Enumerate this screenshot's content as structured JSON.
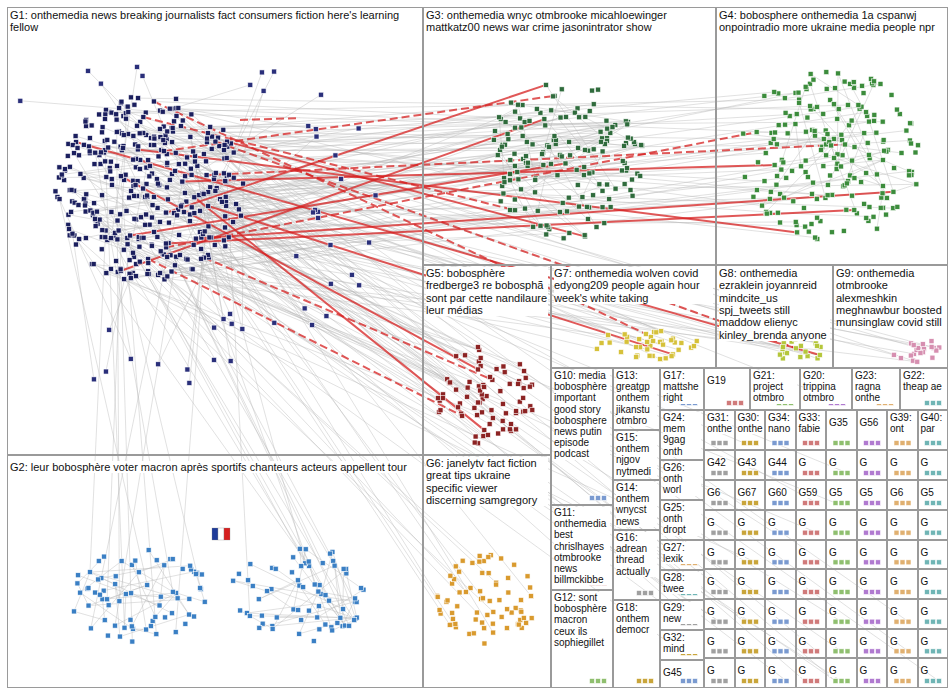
{
  "diagram": {
    "nodes": [
      {
        "text": [
          "G1: onthemedia news breaking journalists fact consumers fiction here's learning fellow"
        ]
      },
      {
        "text": [
          "G3: onthemedia wnyc otmbrooke micahloewinger mattkatz00 news war crime jasonintrator show"
        ]
      },
      {
        "text": [
          "G4: bobosphere onthemedia 1a cspanwj onpointradio more ukraine media people npr"
        ]
      },
      {
        "text": [
          "G5: bobosphère fredberge3 re bobosphã sont par cette nandilaure leur médias"
        ]
      },
      {
        "text": [
          "G7: onthemedia wolven covid edyong209 people again hour week's white taking"
        ]
      },
      {
        "text": [
          "G8: onthemedia ezraklein joyannreid mindcite_us spj_tweets still maddow elienyc kinley_brenda anyone"
        ]
      },
      {
        "text": [
          "G9: onthemedia otmbrooke alexmeshkin meghnawbur boosted munsinglaw covid still"
        ]
      },
      {
        "text": [
          "G2: leur bobosphère voter macron après sportifs chanteurs acteurs appellent tour"
        ]
      },
      {
        "text": [
          "G6: janelytv fact fiction great tips ukraine specific viewer discerning samgregory"
        ]
      },
      {
        "text": [
          "G10: media bobosphère important good story bobosphere news putin episode podcast"
        ]
      },
      {
        "text": [
          "G11: onthemedia best chrislhayes otmbrooke news billmckibbe"
        ]
      },
      {
        "text": [
          "G12: sont bobosphère macron ceux ils sophiegillet"
        ]
      },
      {
        "text": [
          "G13: greatgp onthem jikanstu otmbro"
        ]
      },
      {
        "text": [
          "G15: onthem njgov nytmedi"
        ]
      },
      {
        "text": [
          "G14: onthem wnycst news"
        ]
      },
      {
        "text": [
          "G16: adrean thread actually"
        ]
      },
      {
        "text": [
          "G18: onthem democr"
        ]
      },
      {
        "text": [
          "G17: mattshe right"
        ]
      },
      {
        "text": [
          "G24: mem 9gag onth"
        ]
      },
      {
        "text": [
          "G26: onth worl"
        ]
      },
      {
        "text": [
          "G25: onth dropt"
        ]
      },
      {
        "text": [
          "G27: lexik"
        ]
      },
      {
        "text": [
          "G28: twee"
        ]
      },
      {
        "text": [
          "G29: new"
        ]
      },
      {
        "text": [
          "G32: mind"
        ]
      },
      {
        "text": [
          "G45"
        ]
      },
      {
        "text": [
          "G19"
        ]
      },
      {
        "text": [
          "G21: project otmbro"
        ]
      },
      {
        "text": [
          "G20: trippina otmbro"
        ]
      },
      {
        "text": [
          "G23: ragna onthe"
        ]
      },
      {
        "text": [
          "G22: theap ae"
        ]
      },
      {
        "text": [
          "G31: onthe"
        ]
      },
      {
        "text": [
          "G30: onthe"
        ]
      },
      {
        "text": [
          "G34: nano"
        ]
      },
      {
        "text": [
          "G33: fabie"
        ]
      },
      {
        "text": [
          "G35"
        ]
      },
      {
        "text": [
          "G56"
        ]
      },
      {
        "text": [
          "G39: ont"
        ]
      },
      {
        "text": [
          "G40: par"
        ]
      },
      {
        "text": [
          "G42"
        ]
      },
      {
        "text": [
          "G43"
        ]
      },
      {
        "text": [
          "G44"
        ]
      },
      {
        "text": [
          "G"
        ]
      },
      {
        "text": [
          "G"
        ]
      },
      {
        "text": [
          "G"
        ]
      },
      {
        "text": [
          "G"
        ]
      },
      {
        "text": [
          "G"
        ]
      },
      {
        "text": [
          "G6"
        ]
      },
      {
        "text": [
          "G67"
        ]
      },
      {
        "text": [
          "G60"
        ]
      },
      {
        "text": [
          "G59"
        ]
      },
      {
        "text": [
          "G5"
        ]
      },
      {
        "text": [
          "G5"
        ]
      },
      {
        "text": [
          "G6"
        ]
      },
      {
        "text": [
          "G5"
        ]
      },
      {
        "text": [
          "G"
        ]
      },
      {
        "text": [
          "G"
        ]
      },
      {
        "text": [
          "G"
        ]
      },
      {
        "text": [
          "G"
        ]
      },
      {
        "text": [
          "G"
        ]
      },
      {
        "text": [
          "G"
        ]
      },
      {
        "text": [
          "G"
        ]
      },
      {
        "text": [
          "G"
        ]
      },
      {
        "text": [
          "G"
        ]
      },
      {
        "text": [
          "G"
        ]
      },
      {
        "text": [
          "G"
        ]
      },
      {
        "text": [
          "G"
        ]
      },
      {
        "text": [
          "G"
        ]
      },
      {
        "text": [
          "G"
        ]
      },
      {
        "text": [
          "G"
        ]
      },
      {
        "text": [
          "G"
        ]
      },
      {
        "text": [
          "G"
        ]
      },
      {
        "text": [
          "G"
        ]
      },
      {
        "text": [
          "G"
        ]
      },
      {
        "text": [
          "G"
        ]
      },
      {
        "text": [
          "G"
        ]
      },
      {
        "text": [
          "G"
        ]
      },
      {
        "text": [
          "G"
        ]
      },
      {
        "text": [
          "G"
        ]
      },
      {
        "text": [
          "G"
        ]
      },
      {
        "text": [
          "G"
        ]
      },
      {
        "text": [
          "G"
        ]
      },
      {
        "text": [
          "G"
        ]
      },
      {
        "text": [
          "G"
        ]
      },
      {
        "text": [
          "G"
        ]
      },
      {
        "text": [
          "G"
        ]
      },
      {
        "text": [
          "G"
        ]
      },
      {
        "text": [
          "G"
        ]
      },
      {
        "text": [
          "G"
        ]
      },
      {
        "text": [
          "G"
        ]
      },
      {
        "text": [
          "G"
        ]
      },
      {
        "text": [
          "G"
        ]
      },
      {
        "text": [
          "G"
        ]
      },
      {
        "text": [
          "G"
        ]
      },
      {
        "text": [
          "G"
        ]
      },
      {
        "text": [
          "G"
        ]
      },
      {
        "text": [
          "G"
        ]
      },
      {
        "text": [
          "G"
        ]
      },
      {
        "text": [
          "G"
        ]
      },
      {
        "text": [
          "G"
        ]
      },
      {
        "text": [
          "G"
        ]
      },
      {
        "text": [
          "G"
        ]
      },
      {
        "text": [
          "G"
        ]
      }
    ]
  }
}
